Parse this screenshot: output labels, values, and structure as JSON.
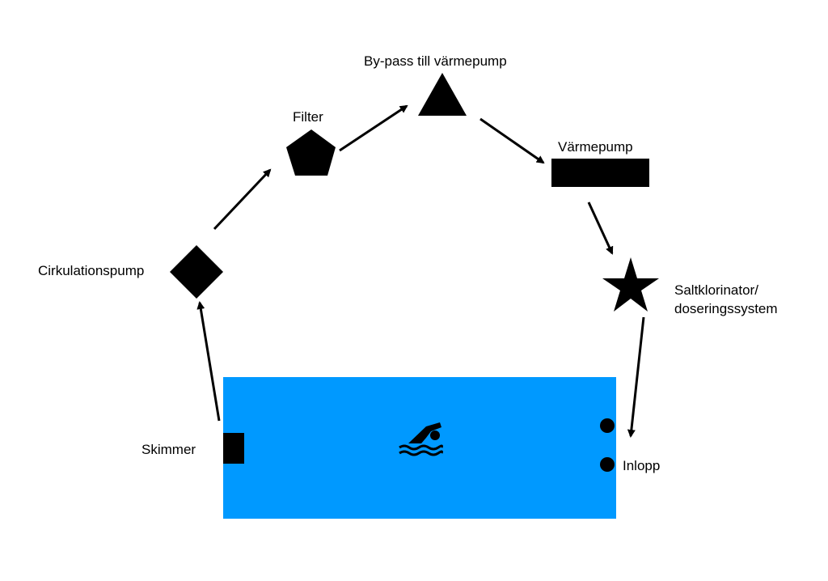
{
  "labels": {
    "cirkulationspump": "Cirkulationspump",
    "filter": "Filter",
    "bypass": "By-pass till värmepump",
    "varmepump": "Värmepump",
    "saltklorinator_line1": "Saltklorinator/",
    "saltklorinator_line2": "doseringssystem",
    "skimmer": "Skimmer",
    "inlopp": "Inlopp"
  },
  "icons": {
    "pool": "pool-rectangle",
    "swimmer": "swimmer-icon",
    "cirkulationspump": "diamond-icon",
    "filter": "pentagon-icon",
    "bypass": "triangle-icon",
    "varmepump": "rectangle-icon",
    "saltklorinator": "star-icon",
    "skimmer": "skimmer-square",
    "inlopp": "circle-icon"
  },
  "colors": {
    "pool": "#0099ff",
    "shapes": "#000000",
    "background": "#ffffff"
  }
}
